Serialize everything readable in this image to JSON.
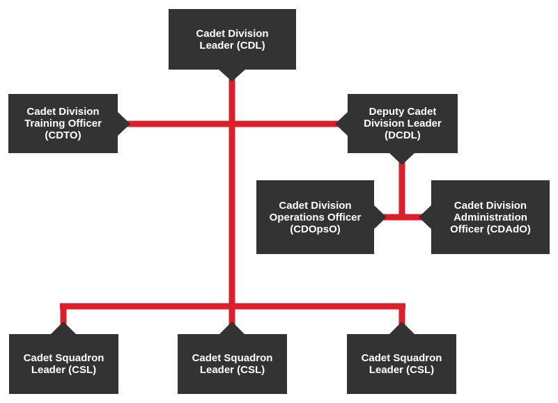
{
  "colors": {
    "box": "#333333",
    "connector": "#d9202b",
    "text": "#ffffff",
    "background": "#ffffff"
  },
  "nodes": {
    "cdl": {
      "label": "Cadet Division\nLeader (CDL)"
    },
    "cdto": {
      "label": "Cadet Division\nTraining Officer\n(CDTO)"
    },
    "dcdl": {
      "label": "Deputy Cadet\nDivision Leader\n(DCDL)"
    },
    "cdopso": {
      "label": "Cadet Division\nOperations Officer\n(CDOpsO)"
    },
    "cdado": {
      "label": "Cadet Division\nAdministration\nOfficer (CDAdO)"
    },
    "csl_1": {
      "label": "Cadet Squadron\nLeader (CSL)"
    },
    "csl_2": {
      "label": "Cadet Squadron\nLeader (CSL)"
    },
    "csl_3": {
      "label": "Cadet Squadron\nLeader (CSL)"
    }
  }
}
